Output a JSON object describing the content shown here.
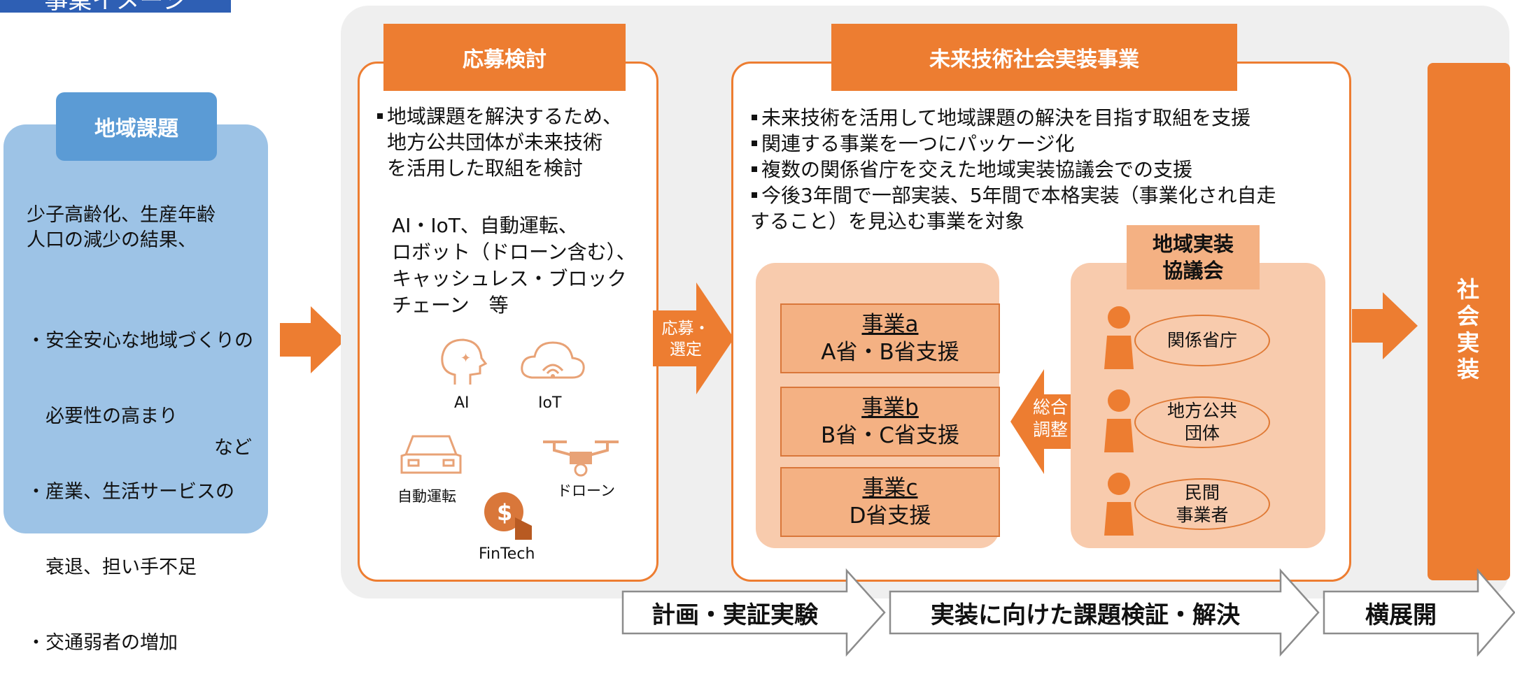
{
  "header": {
    "title": "事業イメージ"
  },
  "chiiki": {
    "heading": "地域課題",
    "lead1": "少子高齢化、生産年齢",
    "lead2": "人口の減少の結果、",
    "items": [
      "・安全安心な地域づくりの",
      "　必要性の高まり",
      "・産業、生活サービスの",
      "　衰退、担い手不足",
      "・交通弱者の増加"
    ],
    "etc": "など"
  },
  "oubo": {
    "heading": "応募検討",
    "bullet1": "地域課題を解決するため、",
    "bullet2": "地方公共団体が未来技術",
    "bullet3": "を活用した取組を検討",
    "tech": [
      "AI・IoT、自動運転、",
      "ロボット（ドローン含む）、",
      "キャッシュレス・ブロック",
      "チェーン　等"
    ],
    "icons": {
      "ai": "AI",
      "iot": "IoT",
      "car": "自動運転",
      "drone": "ドローン",
      "fintech": "FinTech"
    }
  },
  "arrow_select": [
    "応募・",
    "選定"
  ],
  "mirai": {
    "heading": "未来技術社会実装事業",
    "bullets": [
      "未来技術を活用して地域課題の解決を目指す取組を支援",
      "関連する事業を一つにパッケージ化",
      "複数の関係省庁を交えた地域実装協議会での支援",
      "今後3年間で一部実装、5年間で本格実装（事業化され自走"
    ],
    "bullet_cont": "すること）を見込む事業を対象",
    "projects": [
      {
        "name": "事業a",
        "support": "A省・B省支援"
      },
      {
        "name": "事業b",
        "support": "B省・C省支援"
      },
      {
        "name": "事業c",
        "support": "D省支援"
      }
    ],
    "coord": [
      "総合",
      "調整"
    ],
    "council": {
      "heading1": "地域実装",
      "heading2": "協議会",
      "members": [
        [
          "関係省庁"
        ],
        [
          "地方公共",
          "団体"
        ],
        [
          "民間",
          "事業者"
        ]
      ]
    }
  },
  "shakai": "社会実装",
  "stages": [
    "計画・実証実験",
    "実装に向けた課題検証・解決",
    "横展開"
  ],
  "colors": {
    "orange": "#ed7d31",
    "light_orange": "#f8cbad",
    "blue": "#5b9bd5",
    "light_blue": "#9dc3e6",
    "gray": "#efefef"
  }
}
